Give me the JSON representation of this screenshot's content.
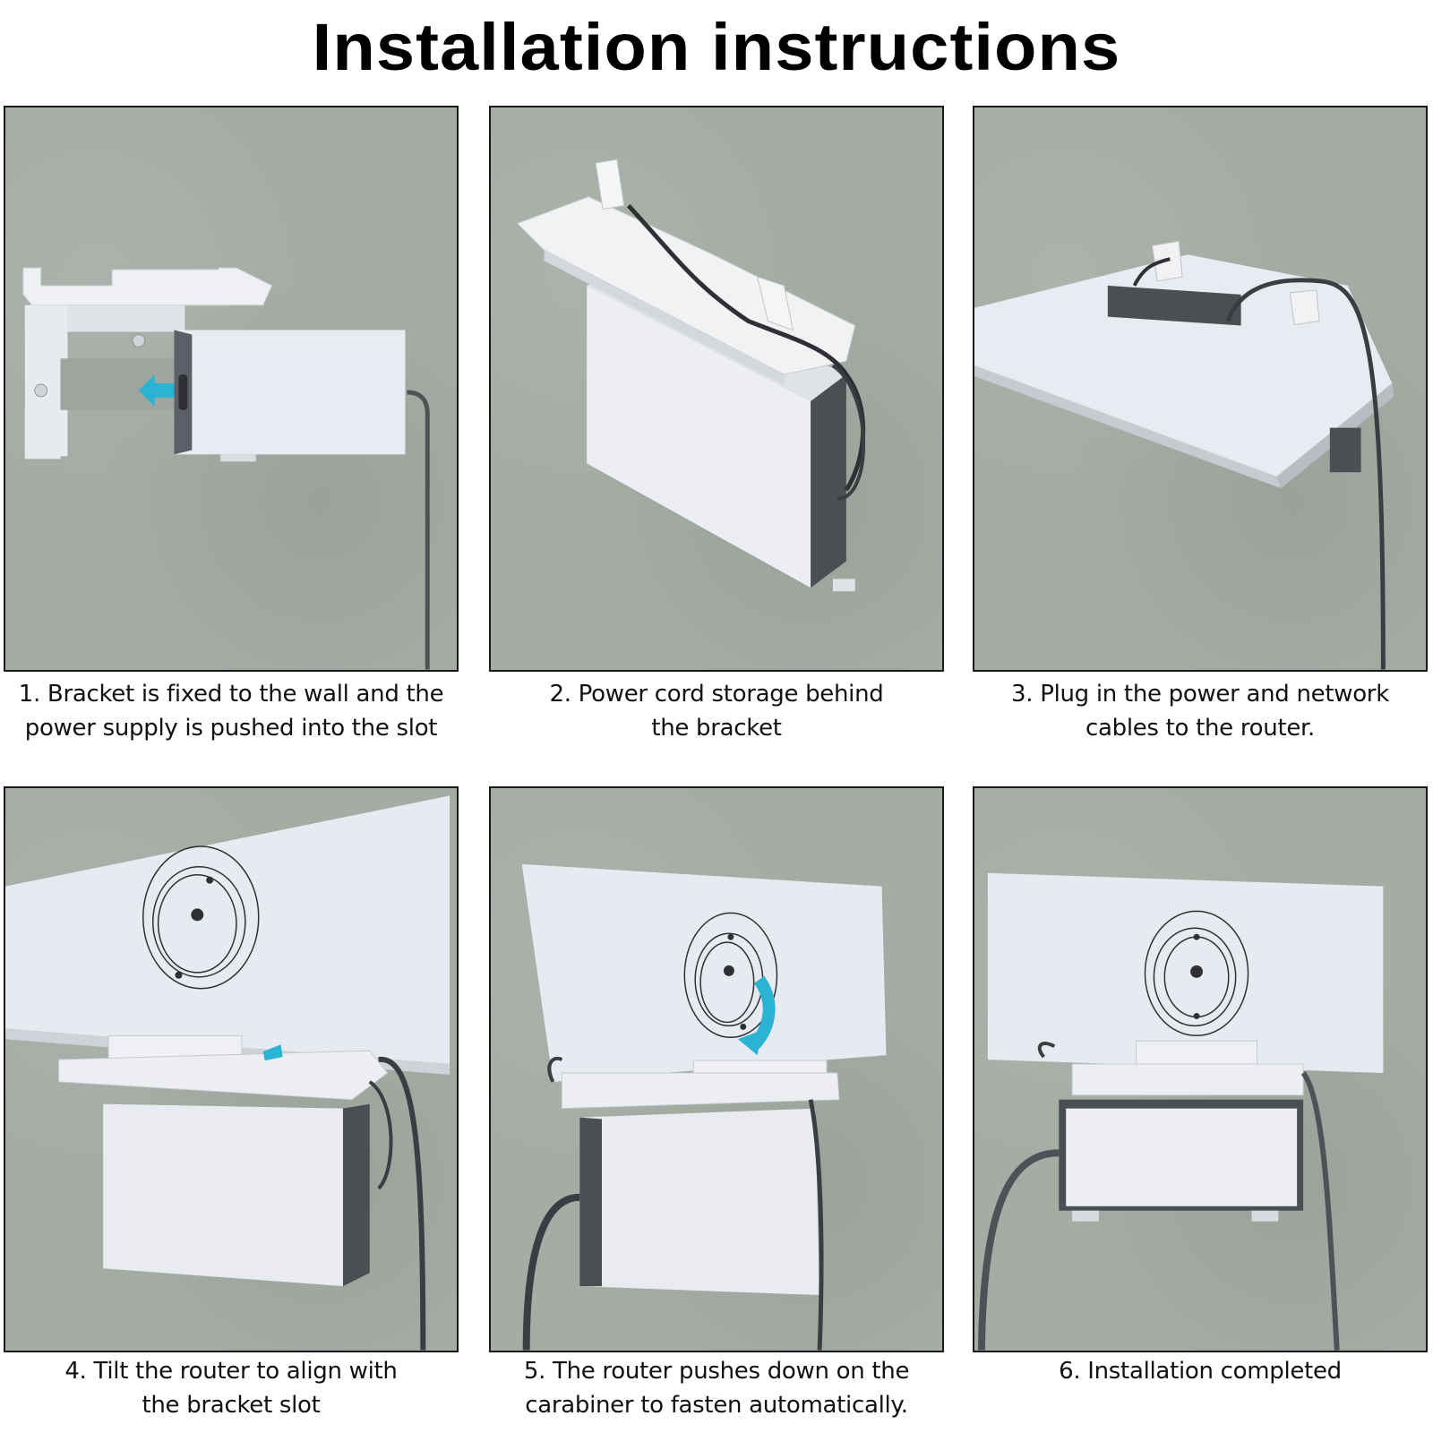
{
  "title": "Installation instructions",
  "colors": {
    "wall": "#a4aca4",
    "device_white": "#eef0f4",
    "device_dark": "#4a4d52",
    "cable": "#4e5257",
    "arrow": "#2bb3d4",
    "border": "#1a1a1a"
  },
  "steps": [
    {
      "number": "1",
      "line1": "1. Bracket is fixed to the wall and the",
      "line2": "power supply is pushed into the slot",
      "icon": "power-supply-slide-arrow-icon"
    },
    {
      "number": "2",
      "line1": "2. Power cord storage behind",
      "line2": "the bracket",
      "icon": "cord-storage-icon"
    },
    {
      "number": "3",
      "line1": "3. Plug in the power and network",
      "line2": "cables to the router.",
      "icon": "router-cables-icon"
    },
    {
      "number": "4",
      "line1": "4. Tilt the router to align with",
      "line2": "the bracket slot",
      "icon": "tilt-router-arrow-icon"
    },
    {
      "number": "5",
      "line1": "5. The router pushes down on the",
      "line2": "carabiner to fasten automatically.",
      "icon": "push-down-arrow-icon"
    },
    {
      "number": "6",
      "line1": "6. Installation completed",
      "line2": "",
      "icon": "installed-router-icon"
    }
  ]
}
